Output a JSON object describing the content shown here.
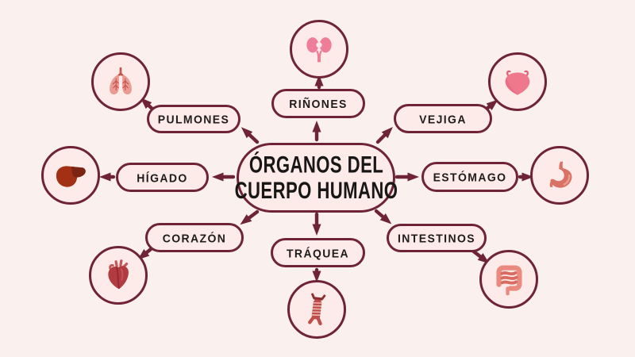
{
  "title": "Órganos del cuerpo humano - mapa conceptual",
  "theme": {
    "background_color": "#faf1ee",
    "node_fill_color": "#fcebe8",
    "border_color": "#6f2336",
    "arrow_color": "#6f2336",
    "text_color": "#1f1c1c"
  },
  "center": {
    "title_line1": "ÓRGANOS DEL",
    "title_line2": "CUERPO HUMANO"
  },
  "nodes": [
    {
      "id": "pulmones",
      "label": "PULMONES",
      "icon": "lungs-icon",
      "position": "top-left"
    },
    {
      "id": "rinones",
      "label": "RIÑONES",
      "icon": "kidneys-icon",
      "position": "top-center"
    },
    {
      "id": "vejiga",
      "label": "VEJIGA",
      "icon": "bladder-icon",
      "position": "top-right"
    },
    {
      "id": "higado",
      "label": "HÍGADO",
      "icon": "liver-icon",
      "position": "middle-left"
    },
    {
      "id": "estomago",
      "label": "ESTÓMAGO",
      "icon": "stomach-icon",
      "position": "middle-right"
    },
    {
      "id": "corazon",
      "label": "CORAZÓN",
      "icon": "heart-icon",
      "position": "bottom-left"
    },
    {
      "id": "traquea",
      "label": "TRÁQUEA",
      "icon": "trachea-icon",
      "position": "bottom-center"
    },
    {
      "id": "intestinos",
      "label": "INTESTINOS",
      "icon": "intestines-icon",
      "position": "bottom-right"
    }
  ],
  "icon_colors": {
    "lungs": "#eb9b93",
    "lungs_bronchi": "#c3544b",
    "kidneys": "#ee7d97",
    "bladder": "#f0788d",
    "liver_main": "#a23014",
    "liver_dark": "#7c2210",
    "stomach": "#d97164",
    "heart": "#b23b41",
    "heart_vessels": "#c5565a",
    "trachea": "#bf4d49",
    "intestines_colon": "#ea897e",
    "intestines_inner": "#d96b60"
  }
}
